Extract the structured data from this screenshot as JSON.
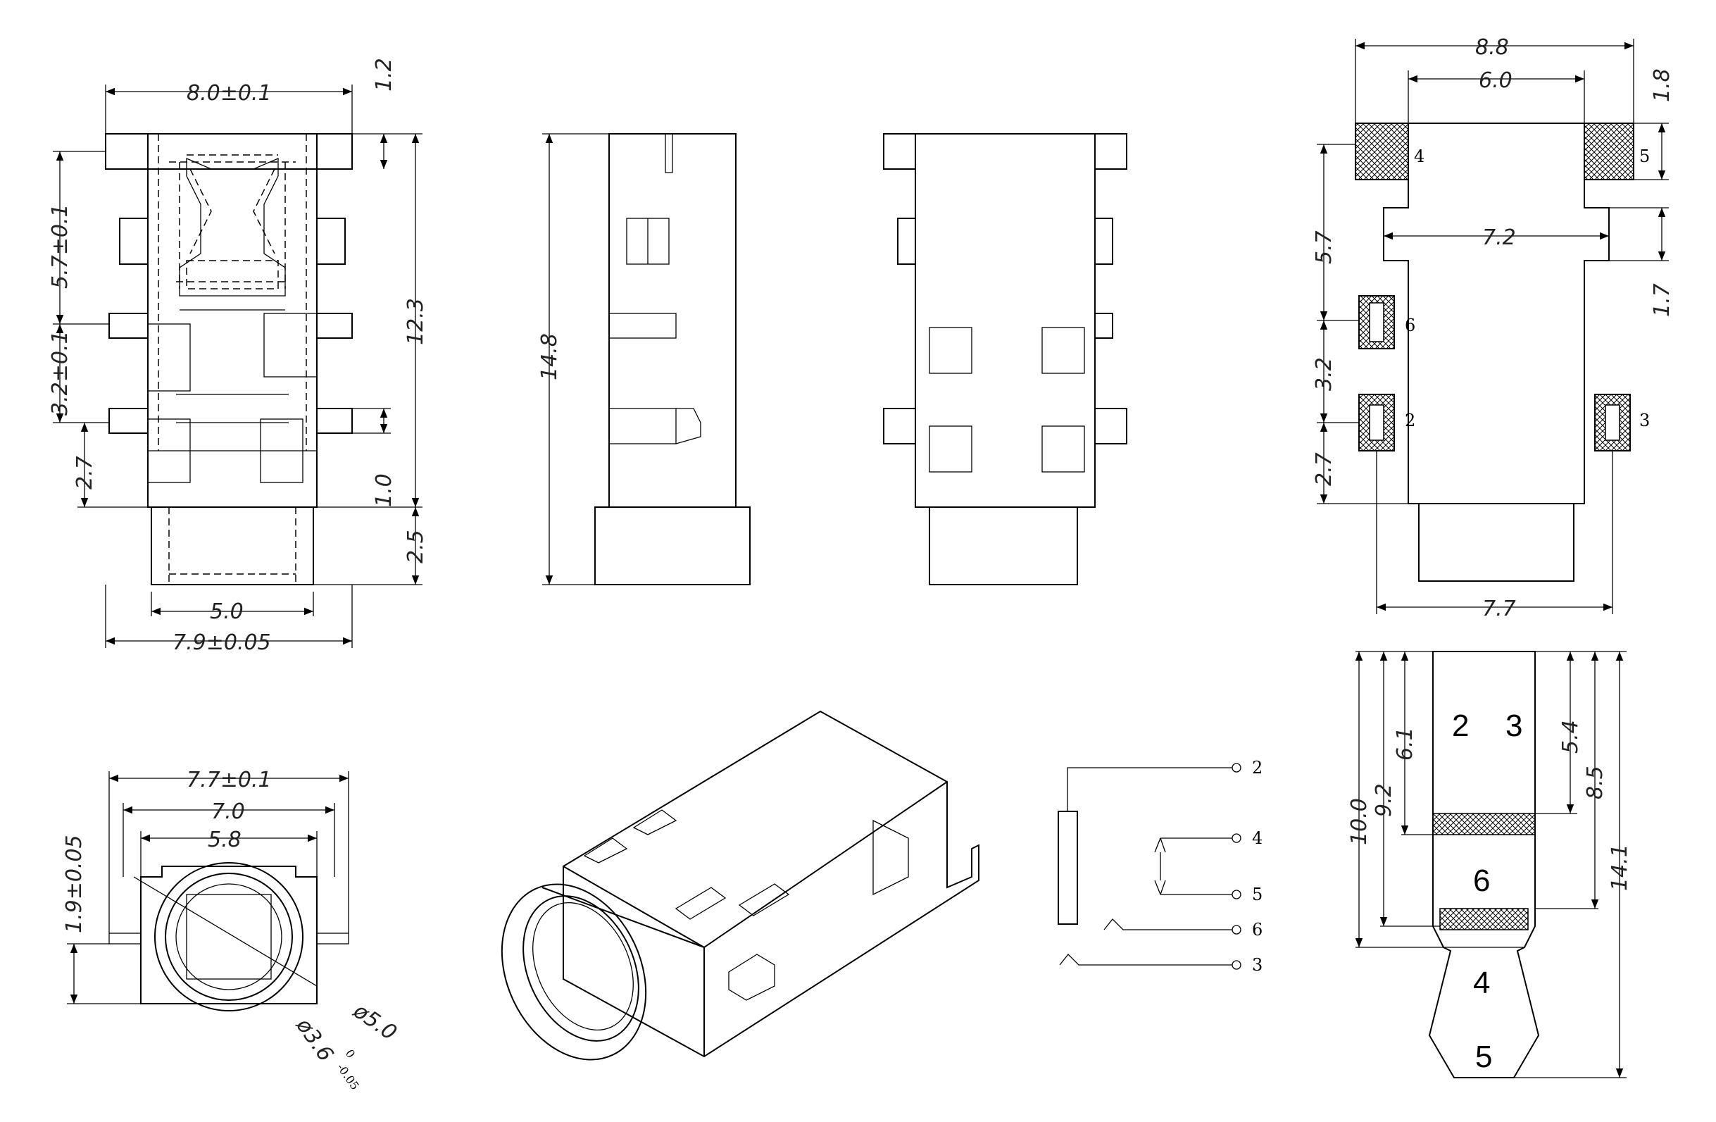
{
  "front_view": {
    "width_top": "8.0±0.1",
    "width_bottom": "7.9±0.05",
    "barrel_width": "5.0",
    "tab_height": "1.2",
    "pitch_upper": "5.7±0.1",
    "pitch_lower": "3.2±0.1",
    "bottom_offset": "2.7",
    "body_height": "12.3",
    "pin_width": "1.0",
    "barrel_length": "2.5"
  },
  "side_view": {
    "total_length": "14.8"
  },
  "footprint": {
    "total_width": "8.8",
    "pad_span": "6.0",
    "pad_height": "1.8",
    "slot_width": "7.2",
    "slot_height": "1.7",
    "pitch_a": "5.7",
    "pitch_b": "3.2",
    "pitch_c": "2.7",
    "bottom_span": "7.7",
    "pins": [
      "4",
      "5",
      "6",
      "2",
      "3"
    ]
  },
  "end_view": {
    "outer_width": "7.7±0.1",
    "mid_width": "7.0",
    "inner_width": "5.8",
    "height": "1.9±0.05",
    "dia_outer": "ø5.0",
    "dia_inner": "ø3.6",
    "dia_inner_tol": "0",
    "dia_inner_tol_lo": "-0.05"
  },
  "schematic": {
    "pins": [
      "2",
      "4",
      "5",
      "6",
      "3"
    ]
  },
  "plug": {
    "dim_total": "14.1",
    "dim_a": "10.0",
    "dim_b": "9.2",
    "dim_c": "6.1",
    "dim_d": "5.4",
    "dim_e": "8.5",
    "label_23_left": "2",
    "label_23_right": "3",
    "label_6": "6",
    "label_4": "4",
    "label_5": "5"
  }
}
